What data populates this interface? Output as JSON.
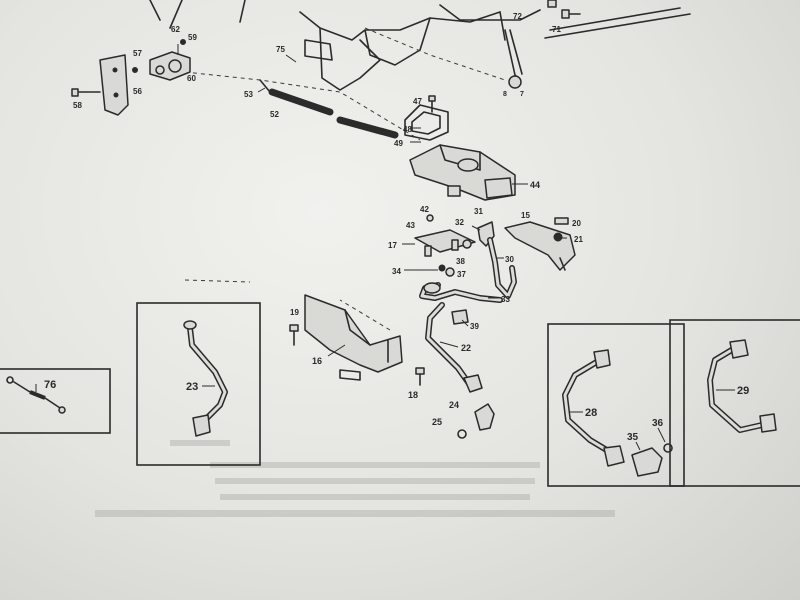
{
  "callouts": {
    "n76": "76",
    "n23": "23",
    "n62": "62",
    "n57": "57",
    "n59": "59",
    "n60": "60",
    "n56": "56",
    "n58": "58",
    "n53": "53",
    "n52": "52",
    "n75": "75",
    "n72": "72",
    "n71": "71",
    "n8": "8",
    "n7": "7",
    "n47": "47",
    "n48": "48",
    "n49": "49",
    "n44": "44",
    "n42": "42",
    "n43": "43",
    "n31": "31",
    "n32": "32",
    "n15": "15",
    "n20": "20",
    "n21": "21",
    "n17": "17",
    "n38": "38",
    "n30": "30",
    "n34": "34",
    "n37": "37",
    "n33": "33",
    "n19": "19",
    "n39": "39",
    "n22": "22",
    "n16": "16",
    "n18": "18",
    "n24": "24",
    "n25": "25",
    "n28": "28",
    "n35": "35",
    "n36": "36",
    "n29": "29"
  },
  "colors": {
    "paper": "#ececea",
    "ink": "#2b2b2b"
  }
}
